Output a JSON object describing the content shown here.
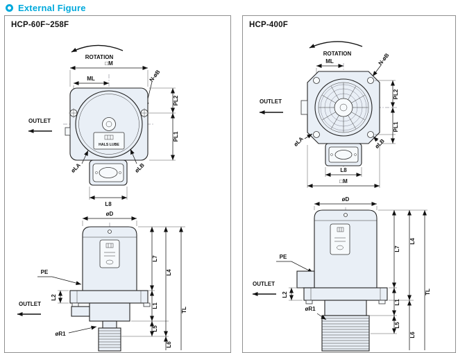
{
  "colors": {
    "accent": "#00A9DC"
  },
  "page": {
    "header": "External Figure"
  },
  "left_panel": {
    "title": "HCP-60F~258F",
    "top_view": {
      "rotation_label": "ROTATION",
      "outlet_label": "OUTLET",
      "dim_m": "□M",
      "dim_ml": "ML",
      "dim_nb": "N-øB",
      "dim_pl2": "PL2",
      "dim_pl1": "PL1",
      "dim_la": "øLA",
      "dim_lb": "øLB",
      "dim_l8": "L8",
      "brand": "HALS LUBE"
    },
    "side_view": {
      "dim_od": "øD",
      "pe_label": "PE",
      "outlet_label": "OUTLET",
      "dim_l2": "L2",
      "dim_l7": "L7",
      "dim_l1": "L1",
      "dim_l5": "L5",
      "dim_l4": "L4",
      "dim_l6": "L6",
      "dim_tl": "TL",
      "dim_r1": "øR1"
    }
  },
  "right_panel": {
    "title": "HCP-400F",
    "top_view": {
      "rotation_label": "ROTATION",
      "outlet_label": "OUTLET",
      "dim_ml": "ML",
      "dim_nb": "N-øB",
      "dim_pl2": "PL2",
      "dim_pl1": "PL1",
      "dim_la": "øLA",
      "dim_lb": "øLB",
      "dim_l8": "L8",
      "dim_m": "□M"
    },
    "side_view": {
      "dim_od": "øD",
      "pe_label": "PE",
      "outlet_label": "OUTLET",
      "dim_l2": "L2",
      "dim_l7": "L7",
      "dim_l1": "L1",
      "dim_l5": "L5",
      "dim_l4": "L4",
      "dim_l6": "L6",
      "dim_tl": "TL",
      "dim_r1": "øR1"
    }
  }
}
